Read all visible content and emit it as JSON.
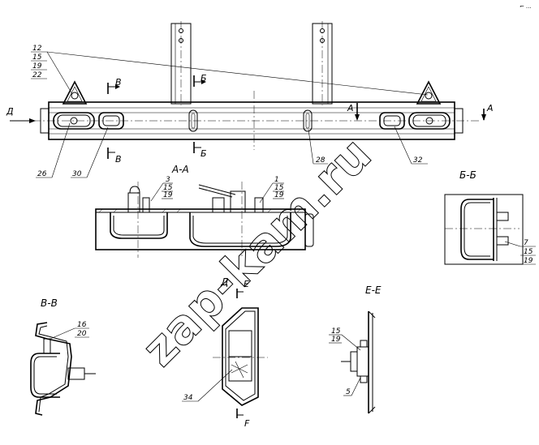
{
  "corner_mark": "⌐ ...",
  "watermark": "zap-kam.ru",
  "top_view": {
    "left_callout": [
      "12",
      "15",
      "19",
      "22"
    ],
    "labels": {
      "d_left": "Д",
      "a_right": "А",
      "a_center": "А",
      "v_top": "В",
      "v_bottom": "В",
      "b_top": "Б",
      "b_bottom": "Б",
      "n26": "26",
      "n30": "30",
      "n28": "28",
      "n32": "32"
    }
  },
  "section_aa": {
    "title": "А-А",
    "callout_left": [
      "3",
      "15",
      "19"
    ],
    "callout_right": [
      "1",
      "15",
      "19"
    ]
  },
  "section_bb": {
    "title": "Б-Б",
    "callout": [
      "7",
      "15",
      "19"
    ]
  },
  "section_vv": {
    "title": "В-В",
    "callout": [
      "16",
      "20"
    ]
  },
  "view_d": {
    "title": "Д",
    "e_top": "Е",
    "e_bottom": "F",
    "n34": "34"
  },
  "section_ee": {
    "title": "Е-Е",
    "callout": [
      "15",
      "19"
    ],
    "n5": "5"
  }
}
